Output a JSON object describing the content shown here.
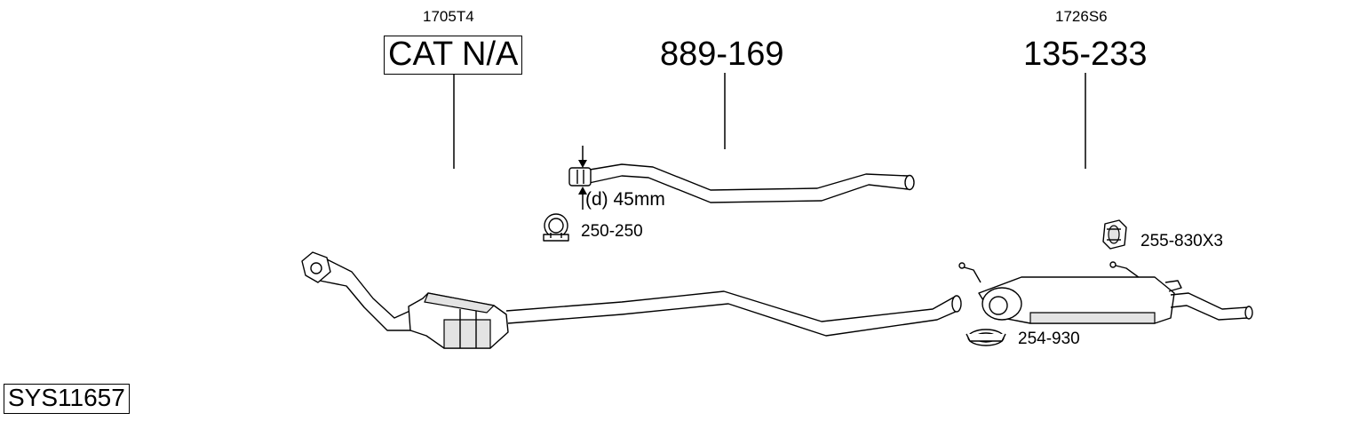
{
  "diagram": {
    "cat_code": "1705T4",
    "cat_label": "CAT N/A",
    "front_pipe_part": "889-169",
    "rear_silencer_code": "1726S6",
    "rear_silencer_part": "135-233",
    "diameter_note": "(d) 45mm",
    "clamp_front": "250-250",
    "rubber_mount": "255-830X3",
    "clamp_rear": "254-930",
    "system_id": "SYS11657"
  }
}
